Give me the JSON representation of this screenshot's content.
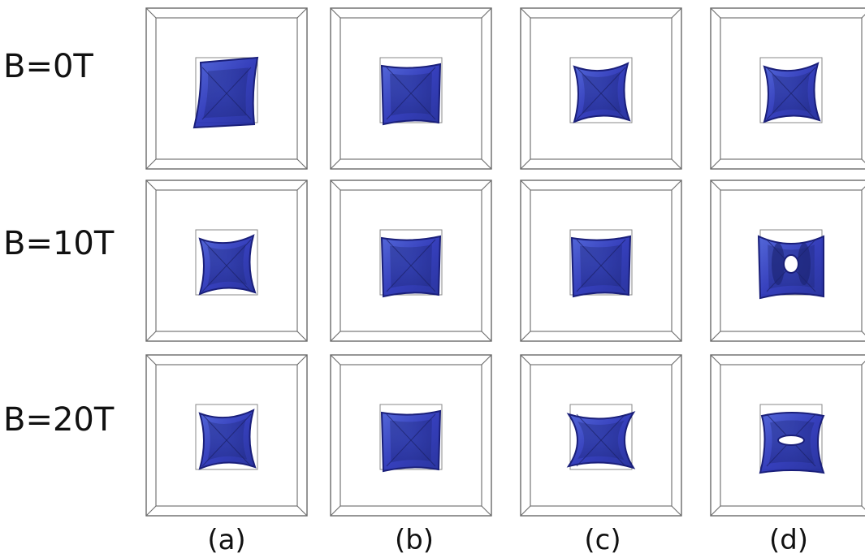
{
  "rows": [
    {
      "label": "B=0T"
    },
    {
      "label": "B=10T"
    },
    {
      "label": "B=20T"
    }
  ],
  "columns": [
    {
      "label": "(a)"
    },
    {
      "label": "(b)"
    },
    {
      "label": "(c)"
    },
    {
      "label": "(d)"
    }
  ],
  "panels": [
    {
      "row": 0,
      "col": 0,
      "shape": "twisted-square"
    },
    {
      "row": 0,
      "col": 1,
      "shape": "square"
    },
    {
      "row": 0,
      "col": 2,
      "shape": "pinched-square"
    },
    {
      "row": 0,
      "col": 3,
      "shape": "pinched-square"
    },
    {
      "row": 1,
      "col": 0,
      "shape": "pinched-square"
    },
    {
      "row": 1,
      "col": 1,
      "shape": "square"
    },
    {
      "row": 1,
      "col": 2,
      "shape": "square"
    },
    {
      "row": 1,
      "col": 3,
      "shape": "ring-vertical-hole"
    },
    {
      "row": 2,
      "col": 0,
      "shape": "pinched-square"
    },
    {
      "row": 2,
      "col": 1,
      "shape": "square"
    },
    {
      "row": 2,
      "col": 2,
      "shape": "star-x"
    },
    {
      "row": 2,
      "col": 3,
      "shape": "ring-horizontal-hole"
    }
  ],
  "colors": {
    "density_fill": "#2b35b8",
    "density_dark": "#1a1f7a",
    "density_light": "#4a5fd6",
    "box_stroke": "#6a6a6a",
    "text": "#111111"
  }
}
